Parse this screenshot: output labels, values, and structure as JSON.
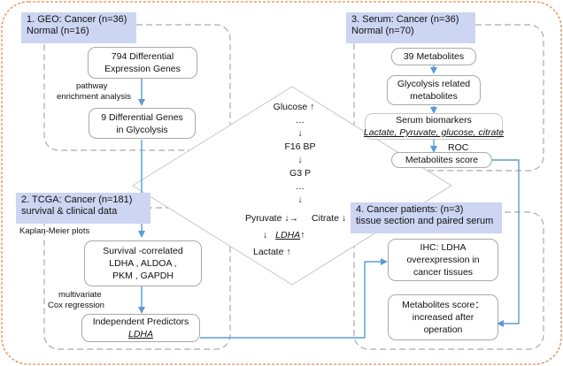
{
  "geo": {
    "header": [
      "1. GEO:   Cancer  (n=36)",
      "Normal  (n=16)"
    ],
    "box_degs": [
      "794  Differential",
      "Expression Genes"
    ],
    "note": [
      "pathway",
      "enrichment analysis"
    ],
    "box_glycolysis": [
      "9 Differential Genes",
      "in Glycolysis"
    ]
  },
  "tcga": {
    "header": [
      "2. TCGA:   Cancer  (n=181)",
      "survival  & clinical data"
    ],
    "note_km": "Kaplan-Meier plots",
    "box_survival": [
      "Survival  -correlated",
      "LDHA , ALDOA ,",
      "PKM  , GAPDH"
    ],
    "note_mv": [
      "multivariate",
      "Cox regression"
    ],
    "box_predictors": [
      "Independent Predictors",
      "LDHA"
    ]
  },
  "pathway": {
    "glucose": "Glucose ↑",
    "dots1": "…",
    "arrow1": "↓",
    "f16bp": "F16 BP",
    "arrow2": "↓",
    "g3p": "G3 P",
    "dots2": "…",
    "arrow3": "↓",
    "pyruvate": "Pyruvate  ↓→",
    "citrate": "Citrate ↓",
    "arrow4": "↓",
    "ldha": "LDHA",
    "ldha_arrow": "↑",
    "lactate": "Lactate ↑"
  },
  "serum": {
    "header": [
      "3. Serum:  Cancer  (n=36)",
      "Normal  (n=70)"
    ],
    "box_metabolites": "39  Metabolites",
    "box_glycolysis": [
      "Glycolysis related",
      "metabolites"
    ],
    "box_biomarkers_title": "Serum biomarkers",
    "box_biomarkers_list": "Lactate,  Pyruvate,   glucose,  citrate",
    "roc": "ROC",
    "box_score": "Metabolites score"
  },
  "patients": {
    "header": [
      "4. Cancer patients: (n=3)",
      "tissue section and paired serum"
    ],
    "box_ihc": [
      "IHC: LDHA",
      "overexpression in",
      "cancer tissues"
    ],
    "box_score": [
      "Metabolites score：",
      "increased after",
      "operation"
    ]
  },
  "colors": {
    "outer_border": "#e58a4d",
    "arrow": "#5b9bd5",
    "header_bg": "#ccd5f2",
    "dash": "#aaaaaa"
  }
}
